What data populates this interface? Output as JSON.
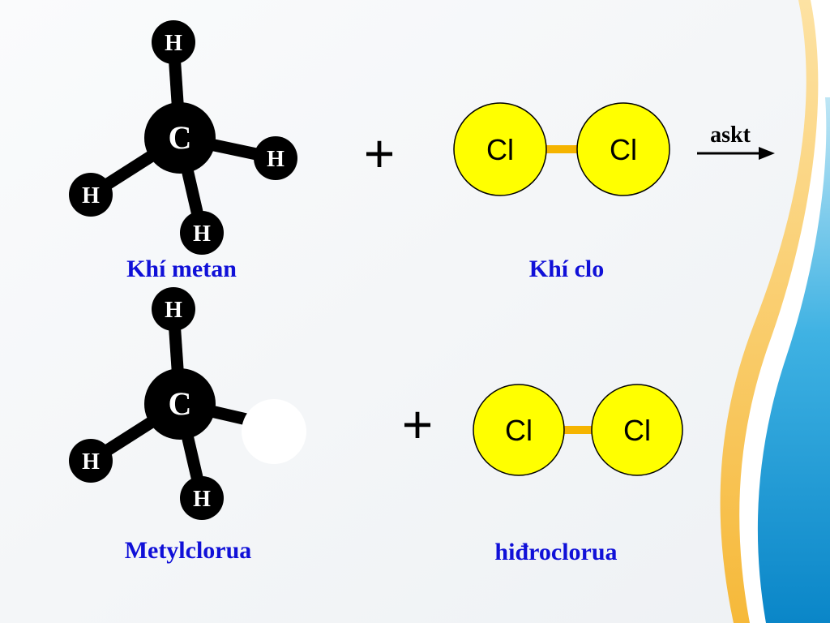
{
  "reaction": {
    "reactant_1": {
      "caption": "Khí metan",
      "center_atom": "C",
      "h_labels": [
        "H",
        "H",
        "H",
        "H"
      ]
    },
    "plus_1": "+",
    "reactant_2": {
      "caption": "Khí clo",
      "atoms": [
        "Cl",
        "Cl"
      ]
    },
    "arrow": {
      "condition": "askt"
    },
    "product_1": {
      "caption": "Metylclorua",
      "center_atom": "C",
      "h_labels": [
        "H",
        "H",
        "H"
      ]
    },
    "plus_2": "+",
    "product_2": {
      "caption": "hiđroclorua",
      "atoms": [
        "Cl",
        "Cl"
      ]
    }
  },
  "colors": {
    "background": "#f5f6f8",
    "carbon": "#000000",
    "hydrogen": "#000000",
    "chlorine": "#ffff00",
    "chlorine_outline": "#000000",
    "bond": "#000000",
    "cl_bond": "#f5b400",
    "caption": "#1010d8",
    "accent_blue": "#1e9bd7",
    "accent_orange": "#f7c04a"
  }
}
